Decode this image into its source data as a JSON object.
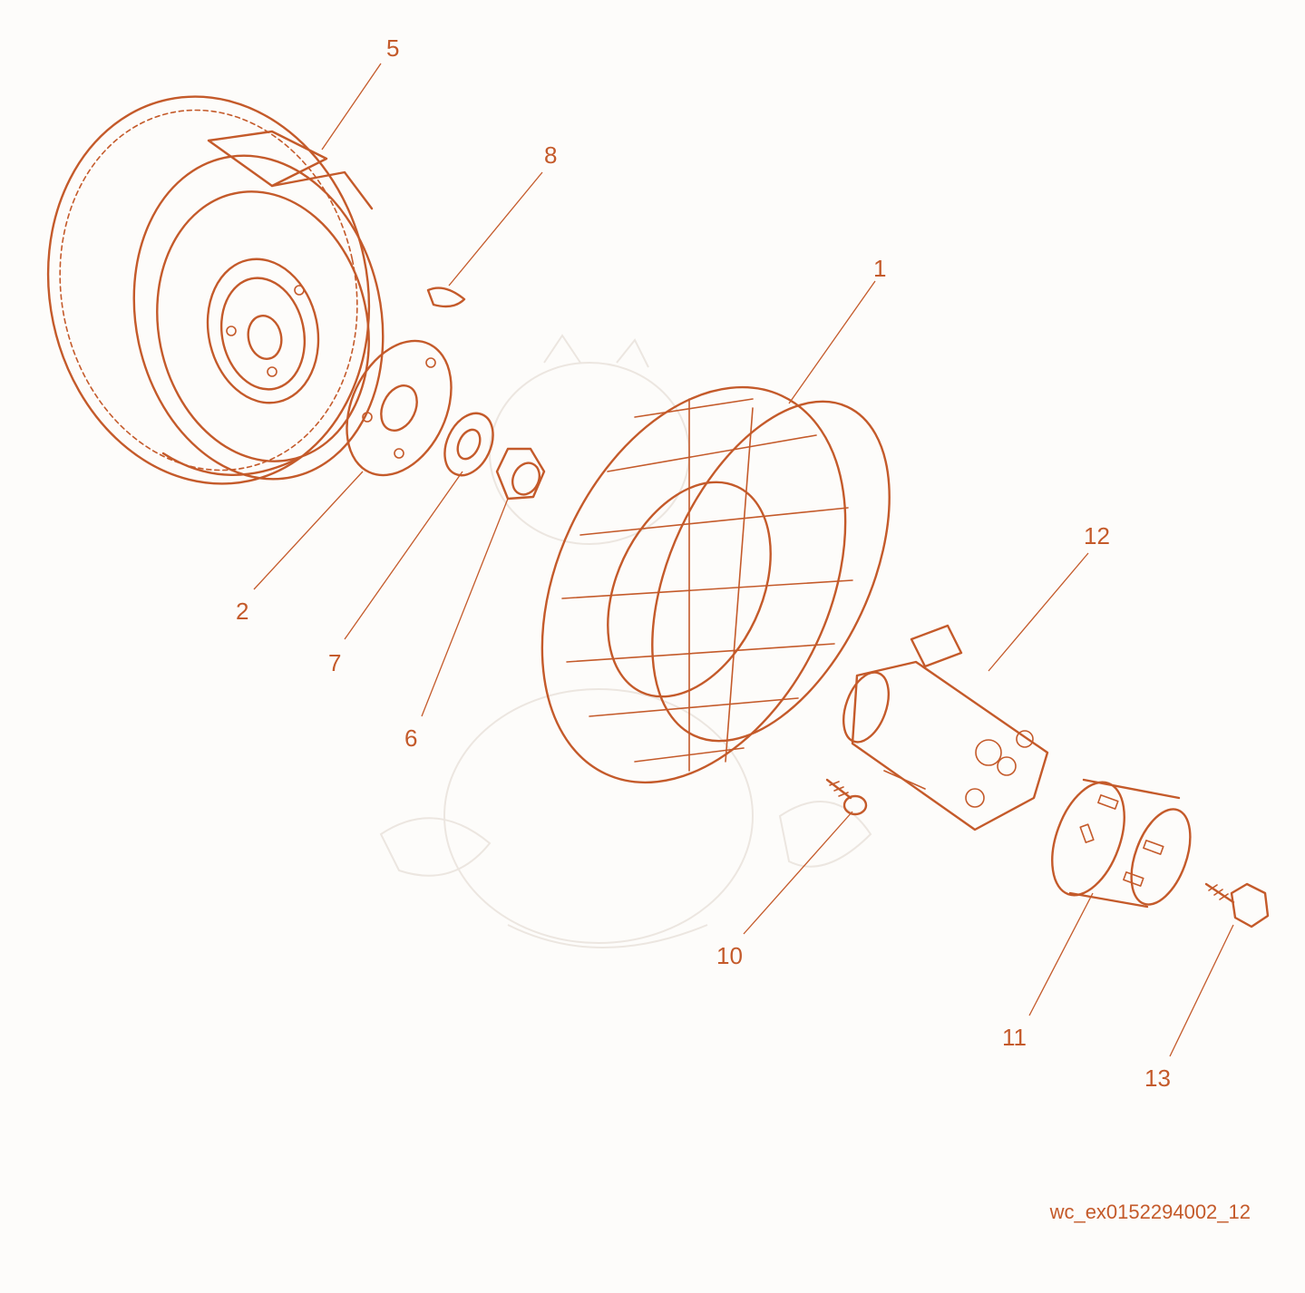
{
  "callouts": {
    "c1": "1",
    "c2": "2",
    "c5": "5",
    "c6": "6",
    "c7": "7",
    "c8": "8",
    "c10": "10",
    "c11": "11",
    "c12": "12",
    "c13": "13"
  },
  "figure_id": "wc_ex0152294002_12",
  "colors": {
    "line": "#c45a2a",
    "watermark": "#ece6e0"
  }
}
